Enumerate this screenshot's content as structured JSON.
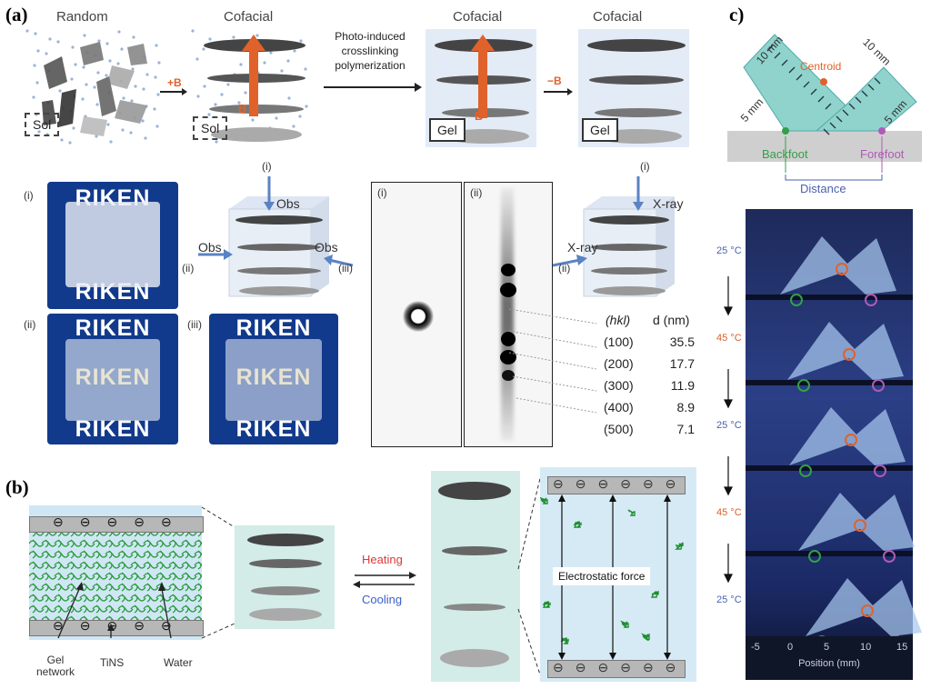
{
  "panel_a": {
    "label": "(a)",
    "stages": [
      "Random",
      "Cofacial",
      "Cofacial",
      "Cofacial"
    ],
    "plus_b": "+B",
    "minus_b": "−B",
    "field_b": "B",
    "process": [
      "Photo-induced",
      "crosslinking",
      "polymerization"
    ],
    "sol": "Sol",
    "gel": "Gel",
    "photo_text": "RIKEN",
    "photo_tags": [
      "(i)",
      "(ii)",
      "(iii)"
    ],
    "obs": "Obs",
    "xray": "X-ray",
    "xray_tags": [
      "(i)",
      "(ii)"
    ],
    "hkl_header": "(hkl)",
    "d_header": "d (nm)",
    "reflections": [
      {
        "hkl": "(100)",
        "d": "35.5"
      },
      {
        "hkl": "(200)",
        "d": "17.7"
      },
      {
        "hkl": "(300)",
        "d": "11.9"
      },
      {
        "hkl": "(400)",
        "d": "8.9"
      },
      {
        "hkl": "(500)",
        "d": "7.1"
      }
    ]
  },
  "panel_b": {
    "label": "(b)",
    "gel_network": "Gel",
    "gel_network2": "network",
    "tins": "TiNS",
    "water": "Water",
    "heating": "Heating",
    "cooling": "Cooling",
    "electrostatic": "Electrostatic force",
    "minus": "⊖"
  },
  "panel_c": {
    "label": "c)",
    "len_left": "10 mm",
    "len_right": "10 mm",
    "short_left": "5 mm",
    "short_right": "5 mm",
    "centroid": "Centroid",
    "backfoot": "Backfoot",
    "forefoot": "Forefoot",
    "distance": "Distance",
    "temps": [
      "25 °C",
      "45 °C",
      "25 °C",
      "45 °C",
      "25 °C"
    ],
    "axis_ticks": [
      "-5",
      "0",
      "5",
      "10",
      "15"
    ],
    "axis_label": "Position (mm)"
  },
  "colors": {
    "orange": "#e0622a",
    "teal": "#8fd3cc",
    "green": "#33a04a",
    "magenta": "#b05ab8",
    "blue_text": "#4a62b0",
    "heating": "#d93b3b",
    "cooling": "#3b5fc9"
  }
}
